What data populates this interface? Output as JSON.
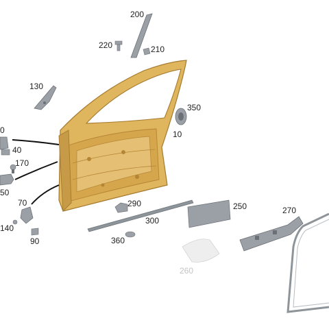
{
  "labels": {
    "p200": "200",
    "p220": "220",
    "p210": "210",
    "p130": "130",
    "p350": "350",
    "p10": "10",
    "p0": "0",
    "p40": "40",
    "p170": "170",
    "p50": "50",
    "p70": "70",
    "p140": "140",
    "p90": "90",
    "p290": "290",
    "p300": "300",
    "p250": "250",
    "p270": "270",
    "p360": "360",
    "p260": "260"
  },
  "colors": {
    "door": "#dfb55e",
    "door_edge": "#a57a2e",
    "door_shadow": "#c79a47",
    "part_gray": "#9aa0a6",
    "part_dark": "#6b7076",
    "seal": "#8d949a",
    "faint_part": "#eeeeee"
  }
}
